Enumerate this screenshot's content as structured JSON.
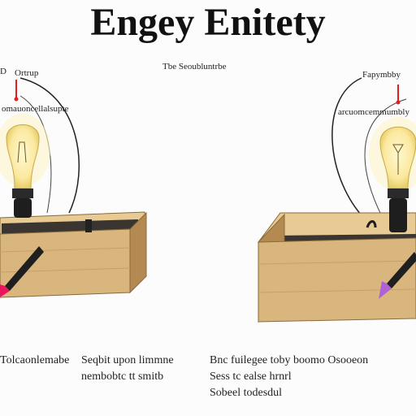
{
  "title": "Engey Enitety",
  "top_label": "Tbe Seoubluntrbe",
  "left": {
    "label": "Ortrup",
    "marker": "D",
    "sublabel": "omauoncellalsupte"
  },
  "right": {
    "label": "Fapymbby",
    "sublabel": "arcuomcemmumbly"
  },
  "captions": {
    "c1": "Tolcaonlemabe",
    "c2": "Seqbit upon limmne",
    "c3": "nembobtc tt smitb",
    "c4": "Bnc fuilegee toby boomo Osooeon",
    "c5": "Sess tc ealse hrnrl",
    "c6": "Sobeel todesdul"
  },
  "colors": {
    "wood": "#d8b67e",
    "wood_dark": "#b48a52",
    "bulb_glow": "#fbe9a0",
    "pointer_red": "#e8175d",
    "pointer_purple": "#b061d6"
  }
}
